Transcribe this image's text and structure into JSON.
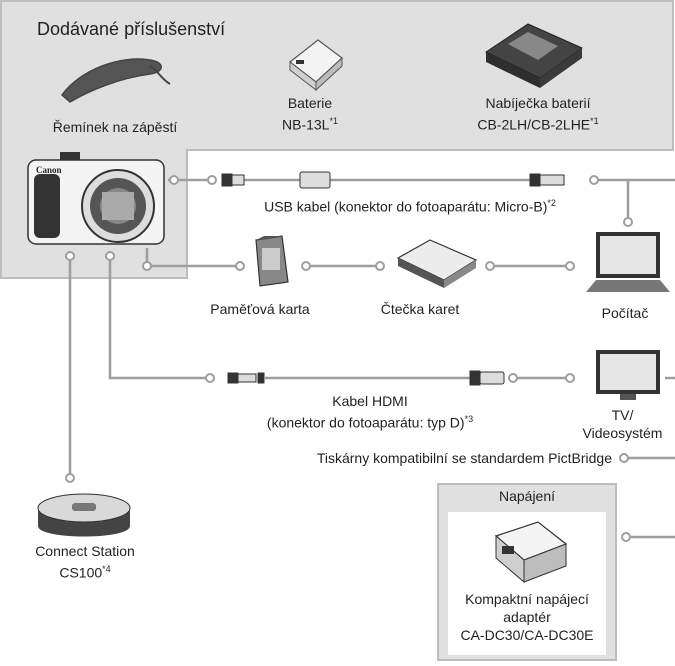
{
  "box_title": "Dodávané příslušenství",
  "strap": {
    "label": "Řemínek na zápěstí"
  },
  "battery": {
    "line1": "Baterie",
    "line2": "NB-13L",
    "note": "*1"
  },
  "charger": {
    "line1": "Nabíječka baterií",
    "line2": "CB-2LH/CB-2LHE",
    "note": "*1"
  },
  "camera": {
    "brand": "Canon"
  },
  "usb_cable": {
    "label": "USB kabel (konektor do fotoaparátu: Micro-B)",
    "note": "*2"
  },
  "memory_card": {
    "label": "Paměťová karta"
  },
  "card_reader": {
    "label": "Čtečka karet"
  },
  "computer": {
    "label": "Počítač"
  },
  "hdmi_cable": {
    "line1": "Kabel HDMI",
    "line2": "(konektor do fotoaparátu: typ D)",
    "note": "*3"
  },
  "tv": {
    "line1": "TV/",
    "line2": "Videosystém"
  },
  "printers": {
    "label": "Tiskárny kompatibilní se standardem PictBridge"
  },
  "power": {
    "title": "Napájení",
    "line1": "Kompaktní napájecí",
    "line2": "adaptér",
    "line3": "CA-DC30/CA-DC30E"
  },
  "connect_station": {
    "line1": "Connect Station",
    "line2": "CS100",
    "note": "*4"
  },
  "colors": {
    "panel": "#e0e0e0",
    "border": "#bdbdbd",
    "wire": "#9e9e9e"
  }
}
